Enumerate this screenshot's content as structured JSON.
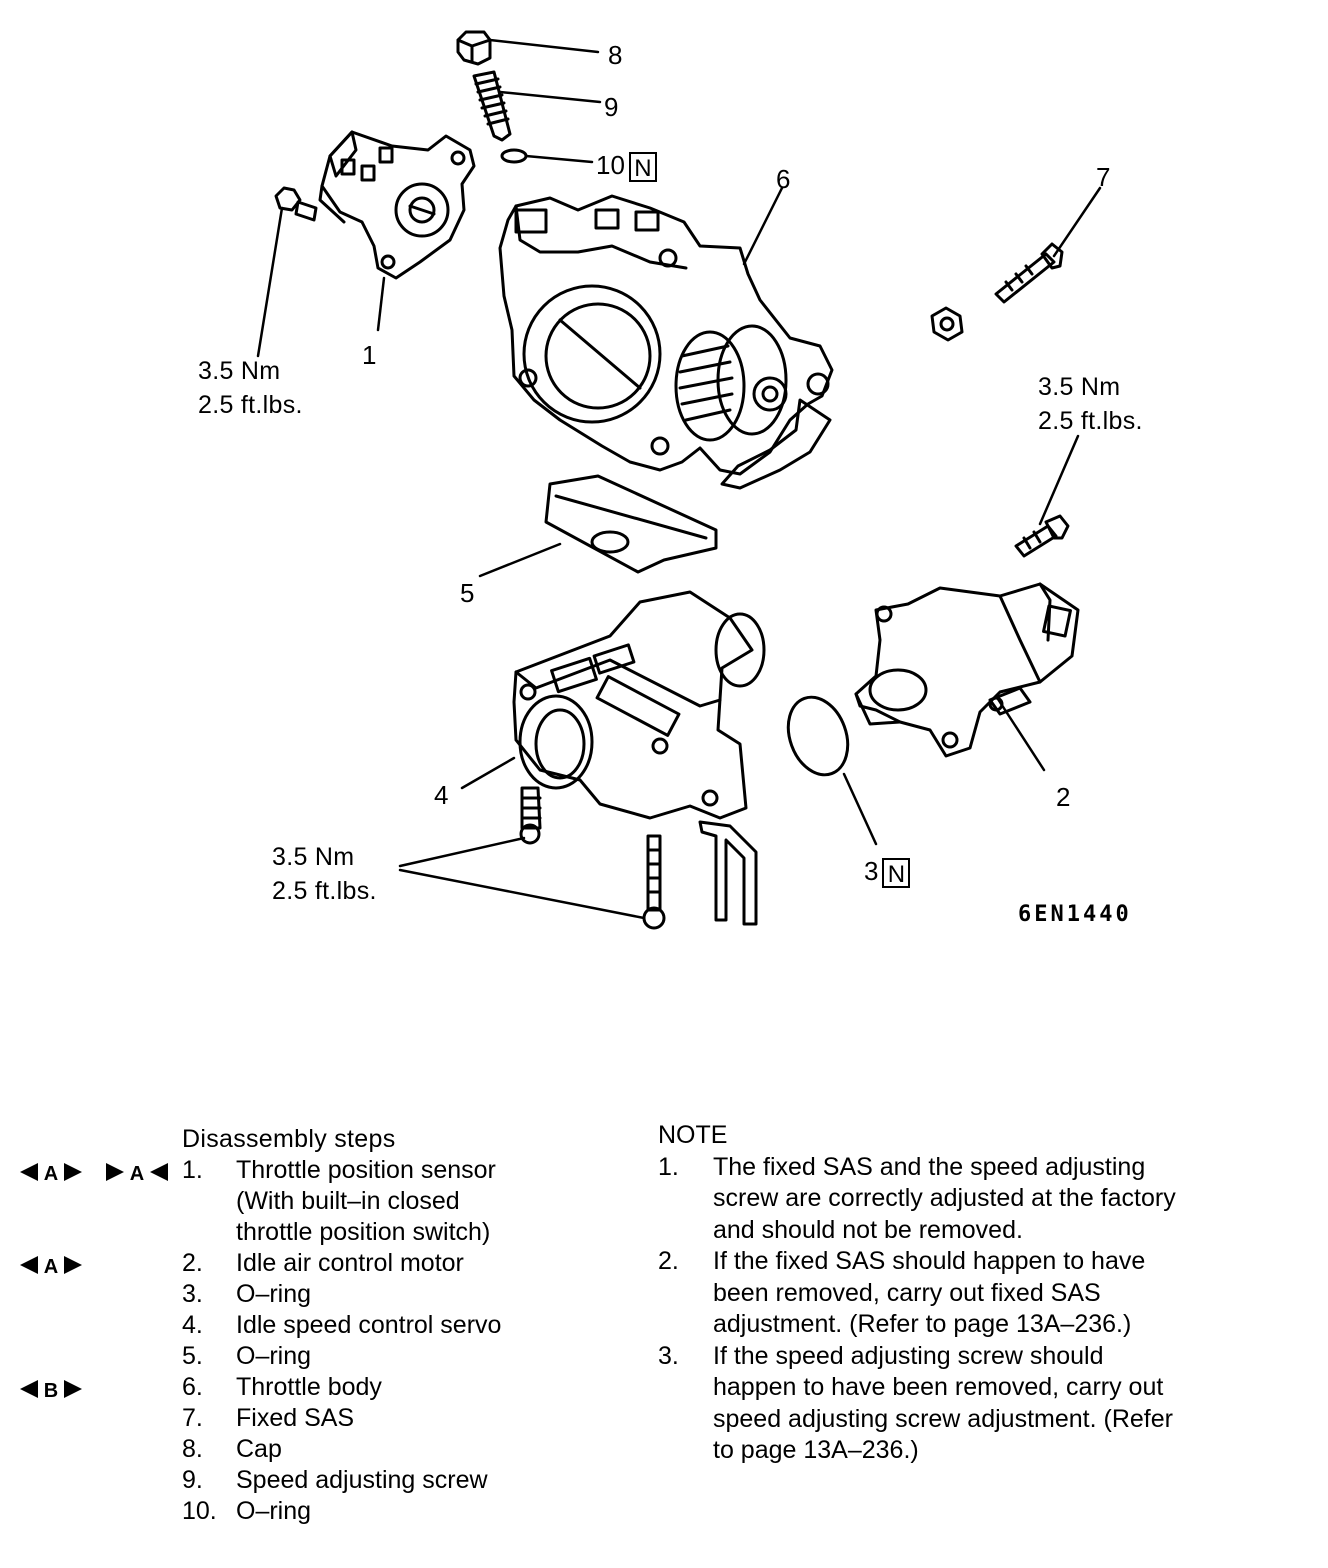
{
  "callouts": {
    "c1": "1",
    "c2": "2",
    "c3": "3",
    "c4": "4",
    "c5": "5",
    "c6": "6",
    "c7": "7",
    "c8": "8",
    "c9": "9",
    "c10": "10",
    "new_tag": "N"
  },
  "torque": {
    "nm": "3.5  Nm",
    "ftlbs": "2.5  ft.lbs."
  },
  "figure_code": "6EN1440",
  "disassembly": {
    "title": "Disassembly steps",
    "steps": [
      {
        "num": "1.",
        "label": "Throttle position sensor",
        "marks": [
          "A-out-in",
          "A-in-out"
        ]
      },
      {
        "num": "",
        "label": "(With     built–in     closed",
        "marks": []
      },
      {
        "num": "",
        "label": "throttle position switch)",
        "marks": []
      },
      {
        "num": "2.",
        "label": "Idle air control motor",
        "marks": [
          "A-out-in"
        ]
      },
      {
        "num": "3.",
        "label": "O–ring",
        "marks": []
      },
      {
        "num": "4.",
        "label": "Idle speed control servo",
        "marks": []
      },
      {
        "num": "5.",
        "label": "O–ring",
        "marks": []
      },
      {
        "num": "6.",
        "label": "Throttle  body",
        "marks": [
          "B-out-in"
        ]
      },
      {
        "num": "7.",
        "label": "Fixed SAS",
        "marks": []
      },
      {
        "num": "8.",
        "label": "Cap",
        "marks": []
      },
      {
        "num": "9.",
        "label": "Speed adjusting screw",
        "marks": []
      },
      {
        "num": "10.",
        "label": "O–ring",
        "marks": []
      }
    ],
    "mark_letters": {
      "A": "A",
      "B": "B"
    }
  },
  "note": {
    "title": "NOTE",
    "lines": [
      {
        "num": "1.",
        "label": "The fixed SAS and the speed adjusting"
      },
      {
        "num": "",
        "label": "screw are correctly adjusted at the factory"
      },
      {
        "num": "",
        "label": "and should not be removed."
      },
      {
        "num": "2.",
        "label": "If the fixed SAS should happen to have"
      },
      {
        "num": "",
        "label": "been removed, carry out fixed SAS"
      },
      {
        "num": "",
        "label": "adjustment. (Refer to page 13A–236.)"
      },
      {
        "num": "3.",
        "label": "If the speed adjusting screw should"
      },
      {
        "num": "",
        "label": "happen to have been removed, carry out"
      },
      {
        "num": "",
        "label": "speed adjusting screw adjustment. (Refer"
      },
      {
        "num": "",
        "label": "to page 13A–236.)"
      }
    ]
  }
}
